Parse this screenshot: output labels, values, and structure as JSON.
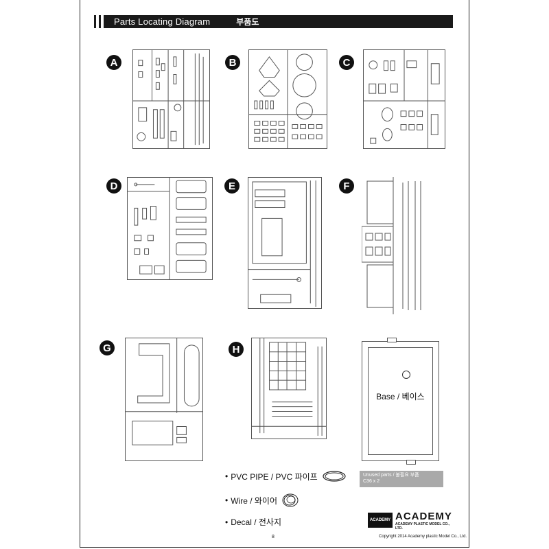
{
  "header": {
    "title_en": "Parts Locating Diagram",
    "title_ko": "부품도"
  },
  "sprues": [
    {
      "letter": "A"
    },
    {
      "letter": "B"
    },
    {
      "letter": "C"
    },
    {
      "letter": "D"
    },
    {
      "letter": "E"
    },
    {
      "letter": "F"
    },
    {
      "letter": "G"
    },
    {
      "letter": "H"
    }
  ],
  "base": {
    "label": "Base / 베이스"
  },
  "legend": {
    "pvc_pipe": "PVC PIPE / PVC 파이프",
    "wire": "Wire / 와이어",
    "decal": "Decal / 전사지"
  },
  "unused_parts": {
    "title": "Unused parts / 불필요 부품",
    "items": "C36 x 2"
  },
  "footer": {
    "brand_small": "ACADEMY",
    "brand": "ACADEMY",
    "company": "ACADEMY PLASTIC MODEL CO., LTD.",
    "page_number": "8",
    "copyright": "Copyright 2014 Academy plastic Model Co., Ltd."
  },
  "colors": {
    "title_bar": "#1a1a1a",
    "label_circle": "#111111",
    "unused_box": "#a9a9a9"
  }
}
